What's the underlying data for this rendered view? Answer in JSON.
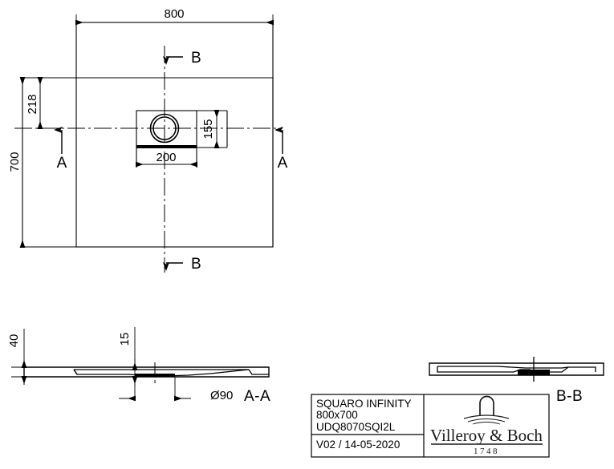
{
  "drawing": {
    "product_name": "SQUARO INFINITY",
    "size_label": "800x700",
    "article_code": "UDQ8070SQI2L",
    "revision": "V02 / 14-05-2020",
    "brand": "Villeroy & Boch",
    "brand_year": "1748"
  },
  "top_view": {
    "dim_width": "800",
    "dim_height": "700",
    "dim_drain_offset": "218",
    "dim_drain_block_height": "155",
    "dim_drain_block_width": "200",
    "section_mark_a_left": "A",
    "section_mark_a_right": "A",
    "section_mark_b_top": "B",
    "section_mark_b_bottom": "B"
  },
  "section_aa": {
    "label": "A-A",
    "dim_thickness": "40",
    "dim_drain_depth": "15",
    "dim_drain_diameter": "Ø90"
  },
  "section_bb": {
    "label": "B-B"
  },
  "colors": {
    "line": "#000000",
    "background": "#ffffff"
  }
}
